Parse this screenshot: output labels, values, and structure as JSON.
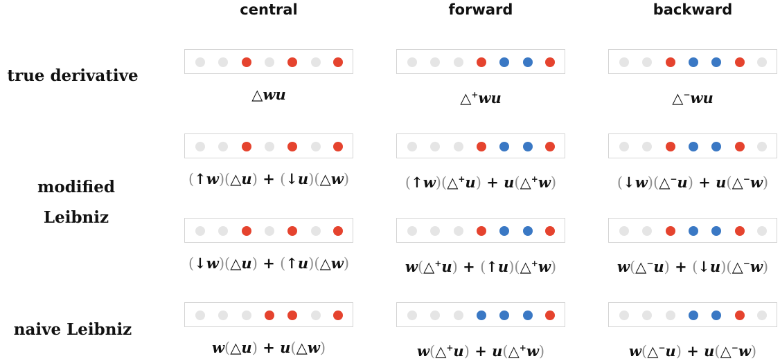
{
  "columns": [
    "central",
    "forward",
    "backward"
  ],
  "rows": {
    "true": "true derivative",
    "modified_1": "modified",
    "modified_2": "Leibniz",
    "naive": "naive Leibniz"
  },
  "palette": {
    "gray": "#e5e5e5",
    "red": "#e5432e",
    "blue": "#3a78c4"
  },
  "stencils": [
    [
      [
        "gray",
        "gray",
        "red",
        "gray",
        "red",
        "gray",
        "red"
      ],
      [
        "gray",
        "gray",
        "gray",
        "red",
        "blue",
        "blue",
        "red"
      ],
      [
        "gray",
        "gray",
        "red",
        "blue",
        "blue",
        "red",
        "gray"
      ]
    ],
    [
      [
        "gray",
        "gray",
        "red",
        "gray",
        "red",
        "gray",
        "red"
      ],
      [
        "gray",
        "gray",
        "gray",
        "red",
        "blue",
        "blue",
        "red"
      ],
      [
        "gray",
        "gray",
        "red",
        "blue",
        "blue",
        "red",
        "gray"
      ]
    ],
    [
      [
        "gray",
        "gray",
        "red",
        "gray",
        "red",
        "gray",
        "red"
      ],
      [
        "gray",
        "gray",
        "gray",
        "red",
        "blue",
        "blue",
        "red"
      ],
      [
        "gray",
        "gray",
        "red",
        "blue",
        "blue",
        "red",
        "gray"
      ]
    ],
    [
      [
        "gray",
        "gray",
        "gray",
        "red",
        "red",
        "gray",
        "red"
      ],
      [
        "gray",
        "gray",
        "gray",
        "blue",
        "blue",
        "blue",
        "red"
      ],
      [
        "gray",
        "gray",
        "gray",
        "blue",
        "blue",
        "red",
        "gray"
      ]
    ]
  ],
  "formulas": [
    [
      [
        {
          "t": "op",
          "v": "△"
        },
        {
          "t": "v",
          "v": "w"
        },
        {
          "t": "v",
          "v": "u"
        }
      ],
      [
        {
          "t": "op",
          "v": "△"
        },
        {
          "t": "sup",
          "v": "+"
        },
        {
          "t": "v",
          "v": "w"
        },
        {
          "t": "v",
          "v": "u"
        }
      ],
      [
        {
          "t": "op",
          "v": "△"
        },
        {
          "t": "sup",
          "v": "−"
        },
        {
          "t": "v",
          "v": "w"
        },
        {
          "t": "v",
          "v": "u"
        }
      ]
    ],
    [
      [
        {
          "t": "p",
          "v": "("
        },
        {
          "t": "op",
          "v": "↑"
        },
        {
          "t": "v",
          "v": "w"
        },
        {
          "t": "p",
          "v": ")"
        },
        {
          "t": "p",
          "v": "("
        },
        {
          "t": "op",
          "v": "△"
        },
        {
          "t": "v",
          "v": "u"
        },
        {
          "t": "p",
          "v": ")"
        },
        {
          "t": "op",
          "v": " + "
        },
        {
          "t": "p",
          "v": "("
        },
        {
          "t": "op",
          "v": "↓"
        },
        {
          "t": "v",
          "v": "u"
        },
        {
          "t": "p",
          "v": ")"
        },
        {
          "t": "p",
          "v": "("
        },
        {
          "t": "op",
          "v": "△"
        },
        {
          "t": "v",
          "v": "w"
        },
        {
          "t": "p",
          "v": ")"
        }
      ],
      [
        {
          "t": "p",
          "v": "("
        },
        {
          "t": "op",
          "v": "↑"
        },
        {
          "t": "v",
          "v": "w"
        },
        {
          "t": "p",
          "v": ")"
        },
        {
          "t": "p",
          "v": "("
        },
        {
          "t": "op",
          "v": "△"
        },
        {
          "t": "sup",
          "v": "+"
        },
        {
          "t": "v",
          "v": "u"
        },
        {
          "t": "p",
          "v": ")"
        },
        {
          "t": "op",
          "v": " + "
        },
        {
          "t": "v",
          "v": "u"
        },
        {
          "t": "p",
          "v": "("
        },
        {
          "t": "op",
          "v": "△"
        },
        {
          "t": "sup",
          "v": "+"
        },
        {
          "t": "v",
          "v": "w"
        },
        {
          "t": "p",
          "v": ")"
        }
      ],
      [
        {
          "t": "p",
          "v": "("
        },
        {
          "t": "op",
          "v": "↓"
        },
        {
          "t": "v",
          "v": "w"
        },
        {
          "t": "p",
          "v": ")"
        },
        {
          "t": "p",
          "v": "("
        },
        {
          "t": "op",
          "v": "△"
        },
        {
          "t": "sup",
          "v": "−"
        },
        {
          "t": "v",
          "v": "u"
        },
        {
          "t": "p",
          "v": ")"
        },
        {
          "t": "op",
          "v": " + "
        },
        {
          "t": "v",
          "v": "u"
        },
        {
          "t": "p",
          "v": "("
        },
        {
          "t": "op",
          "v": "△"
        },
        {
          "t": "sup",
          "v": "−"
        },
        {
          "t": "v",
          "v": "w"
        },
        {
          "t": "p",
          "v": ")"
        }
      ]
    ],
    [
      [
        {
          "t": "p",
          "v": "("
        },
        {
          "t": "op",
          "v": "↓"
        },
        {
          "t": "v",
          "v": "w"
        },
        {
          "t": "p",
          "v": ")"
        },
        {
          "t": "p",
          "v": "("
        },
        {
          "t": "op",
          "v": "△"
        },
        {
          "t": "v",
          "v": "u"
        },
        {
          "t": "p",
          "v": ")"
        },
        {
          "t": "op",
          "v": " + "
        },
        {
          "t": "p",
          "v": "("
        },
        {
          "t": "op",
          "v": "↑"
        },
        {
          "t": "v",
          "v": "u"
        },
        {
          "t": "p",
          "v": ")"
        },
        {
          "t": "p",
          "v": "("
        },
        {
          "t": "op",
          "v": "△"
        },
        {
          "t": "v",
          "v": "w"
        },
        {
          "t": "p",
          "v": ")"
        }
      ],
      [
        {
          "t": "v",
          "v": "w"
        },
        {
          "t": "p",
          "v": "("
        },
        {
          "t": "op",
          "v": "△"
        },
        {
          "t": "sup",
          "v": "+"
        },
        {
          "t": "v",
          "v": "u"
        },
        {
          "t": "p",
          "v": ")"
        },
        {
          "t": "op",
          "v": " + "
        },
        {
          "t": "p",
          "v": "("
        },
        {
          "t": "op",
          "v": "↑"
        },
        {
          "t": "v",
          "v": "u"
        },
        {
          "t": "p",
          "v": ")"
        },
        {
          "t": "p",
          "v": "("
        },
        {
          "t": "op",
          "v": "△"
        },
        {
          "t": "sup",
          "v": "+"
        },
        {
          "t": "v",
          "v": "w"
        },
        {
          "t": "p",
          "v": ")"
        }
      ],
      [
        {
          "t": "v",
          "v": "w"
        },
        {
          "t": "p",
          "v": "("
        },
        {
          "t": "op",
          "v": "△"
        },
        {
          "t": "sup",
          "v": "−"
        },
        {
          "t": "v",
          "v": "u"
        },
        {
          "t": "p",
          "v": ")"
        },
        {
          "t": "op",
          "v": " + "
        },
        {
          "t": "p",
          "v": "("
        },
        {
          "t": "op",
          "v": "↓"
        },
        {
          "t": "v",
          "v": "u"
        },
        {
          "t": "p",
          "v": ")"
        },
        {
          "t": "p",
          "v": "("
        },
        {
          "t": "op",
          "v": "△"
        },
        {
          "t": "sup",
          "v": "−"
        },
        {
          "t": "v",
          "v": "w"
        },
        {
          "t": "p",
          "v": ")"
        }
      ]
    ],
    [
      [
        {
          "t": "v",
          "v": "w"
        },
        {
          "t": "p",
          "v": "("
        },
        {
          "t": "op",
          "v": "△"
        },
        {
          "t": "v",
          "v": "u"
        },
        {
          "t": "p",
          "v": ")"
        },
        {
          "t": "op",
          "v": " + "
        },
        {
          "t": "v",
          "v": "u"
        },
        {
          "t": "p",
          "v": "("
        },
        {
          "t": "op",
          "v": "△"
        },
        {
          "t": "v",
          "v": "w"
        },
        {
          "t": "p",
          "v": ")"
        }
      ],
      [
        {
          "t": "v",
          "v": "w"
        },
        {
          "t": "p",
          "v": "("
        },
        {
          "t": "op",
          "v": "△"
        },
        {
          "t": "sup",
          "v": "+"
        },
        {
          "t": "v",
          "v": "u"
        },
        {
          "t": "p",
          "v": ")"
        },
        {
          "t": "op",
          "v": " + "
        },
        {
          "t": "v",
          "v": "u"
        },
        {
          "t": "p",
          "v": "("
        },
        {
          "t": "op",
          "v": "△"
        },
        {
          "t": "sup",
          "v": "+"
        },
        {
          "t": "v",
          "v": "w"
        },
        {
          "t": "p",
          "v": ")"
        }
      ],
      [
        {
          "t": "v",
          "v": "w"
        },
        {
          "t": "p",
          "v": "("
        },
        {
          "t": "op",
          "v": "△"
        },
        {
          "t": "sup",
          "v": "−"
        },
        {
          "t": "v",
          "v": "u"
        },
        {
          "t": "p",
          "v": ")"
        },
        {
          "t": "op",
          "v": " + "
        },
        {
          "t": "v",
          "v": "u"
        },
        {
          "t": "p",
          "v": "("
        },
        {
          "t": "op",
          "v": "△"
        },
        {
          "t": "sup",
          "v": "−"
        },
        {
          "t": "v",
          "v": "w"
        },
        {
          "t": "p",
          "v": ")"
        }
      ]
    ]
  ]
}
